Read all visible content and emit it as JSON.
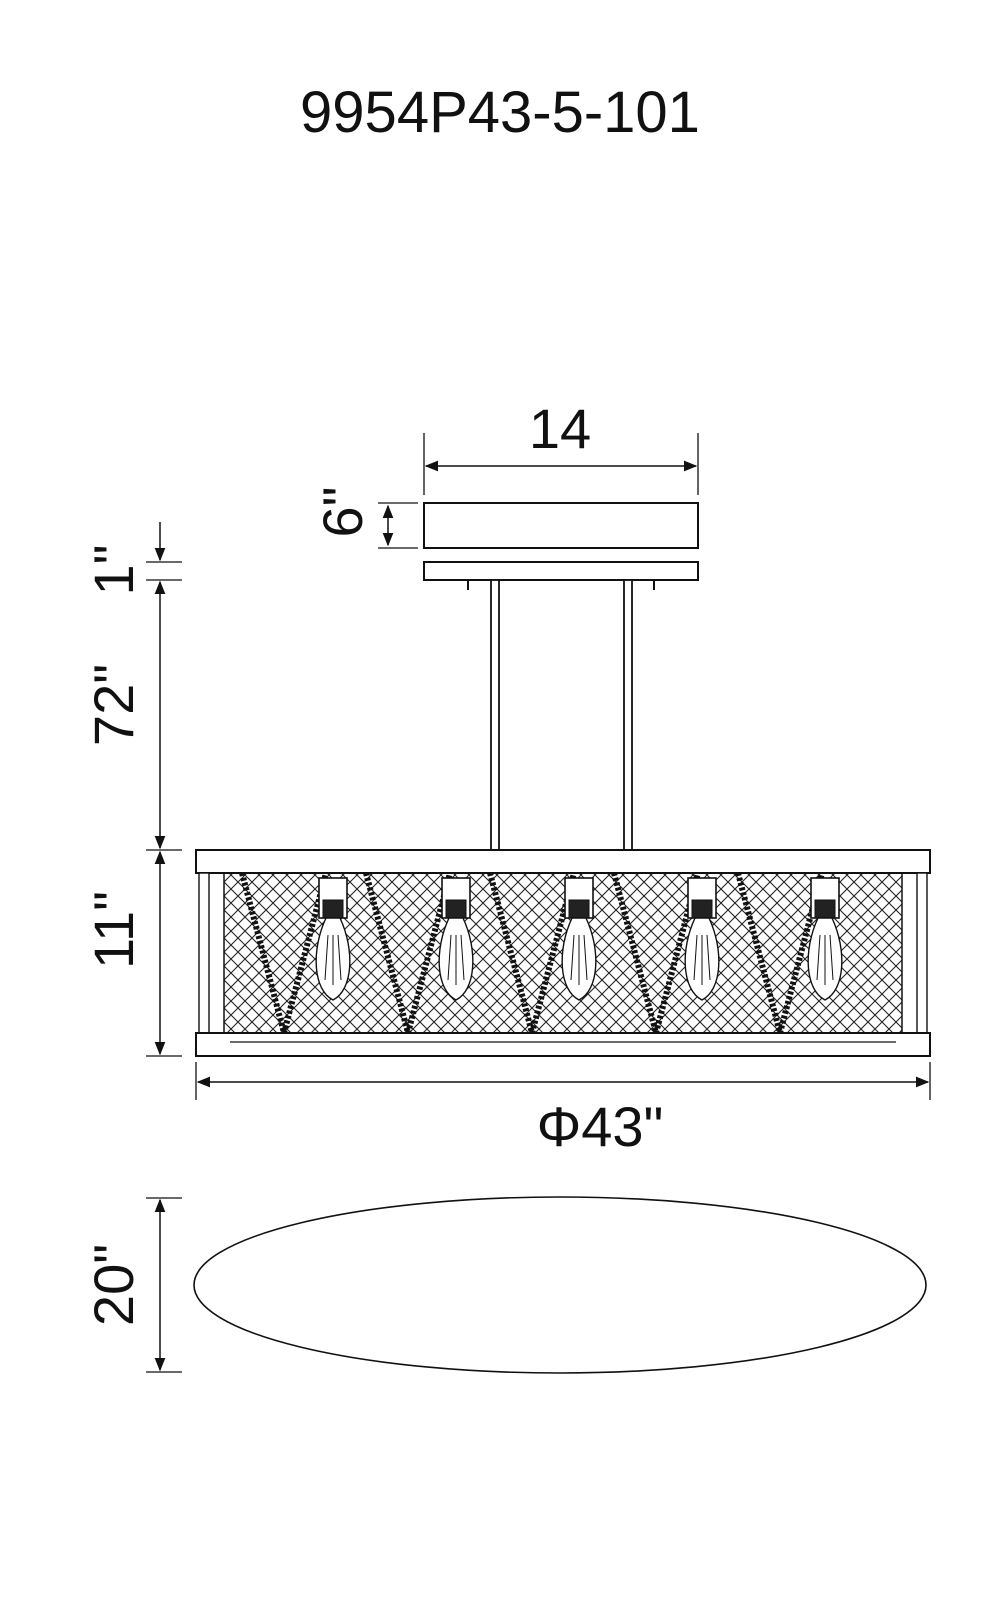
{
  "title": "9954P43-5-101",
  "dimensions": {
    "canopy_width": "14",
    "canopy_height": "6\"",
    "gap": "1\"",
    "rod_length": "72\"",
    "shade_height": "11\"",
    "diameter": "Φ43\"",
    "plan_depth": "20\""
  },
  "lights": {
    "count": 5
  },
  "colors": {
    "line": "#111111",
    "background": "#ffffff"
  }
}
